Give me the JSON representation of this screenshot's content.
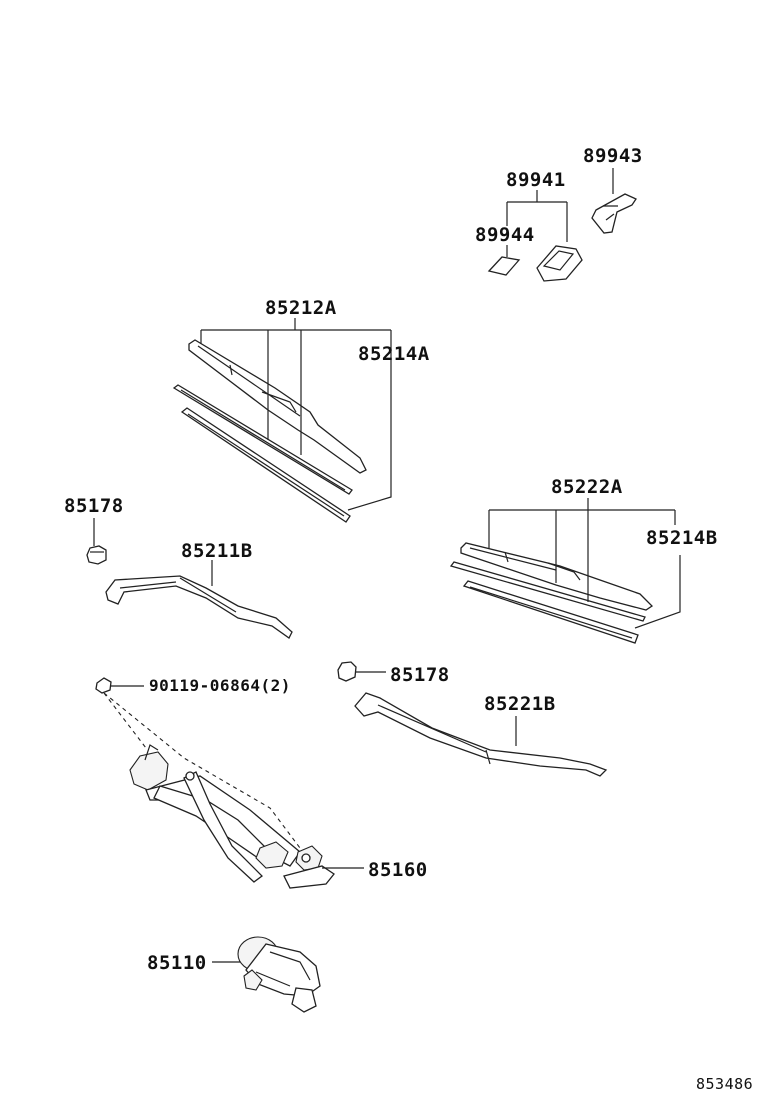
{
  "diagram": {
    "parts": [
      {
        "id": "p89943",
        "number": "89943"
      },
      {
        "id": "p89941",
        "number": "89941"
      },
      {
        "id": "p89944",
        "number": "89944"
      },
      {
        "id": "p85212A",
        "number": "85212A"
      },
      {
        "id": "p85214A",
        "number": "85214A"
      },
      {
        "id": "p85178a",
        "number": "85178"
      },
      {
        "id": "p85211B",
        "number": "85211B"
      },
      {
        "id": "p85222A",
        "number": "85222A"
      },
      {
        "id": "p85214B",
        "number": "85214B"
      },
      {
        "id": "p90119",
        "number": "90119-06864(2)"
      },
      {
        "id": "p85178b",
        "number": "85178"
      },
      {
        "id": "p85221B",
        "number": "85221B"
      },
      {
        "id": "p85160",
        "number": "85160"
      },
      {
        "id": "p85110",
        "number": "85110"
      }
    ],
    "figure_ref": "853486"
  },
  "colors": {
    "line": "#222222",
    "text": "#111111",
    "background": "#ffffff"
  }
}
